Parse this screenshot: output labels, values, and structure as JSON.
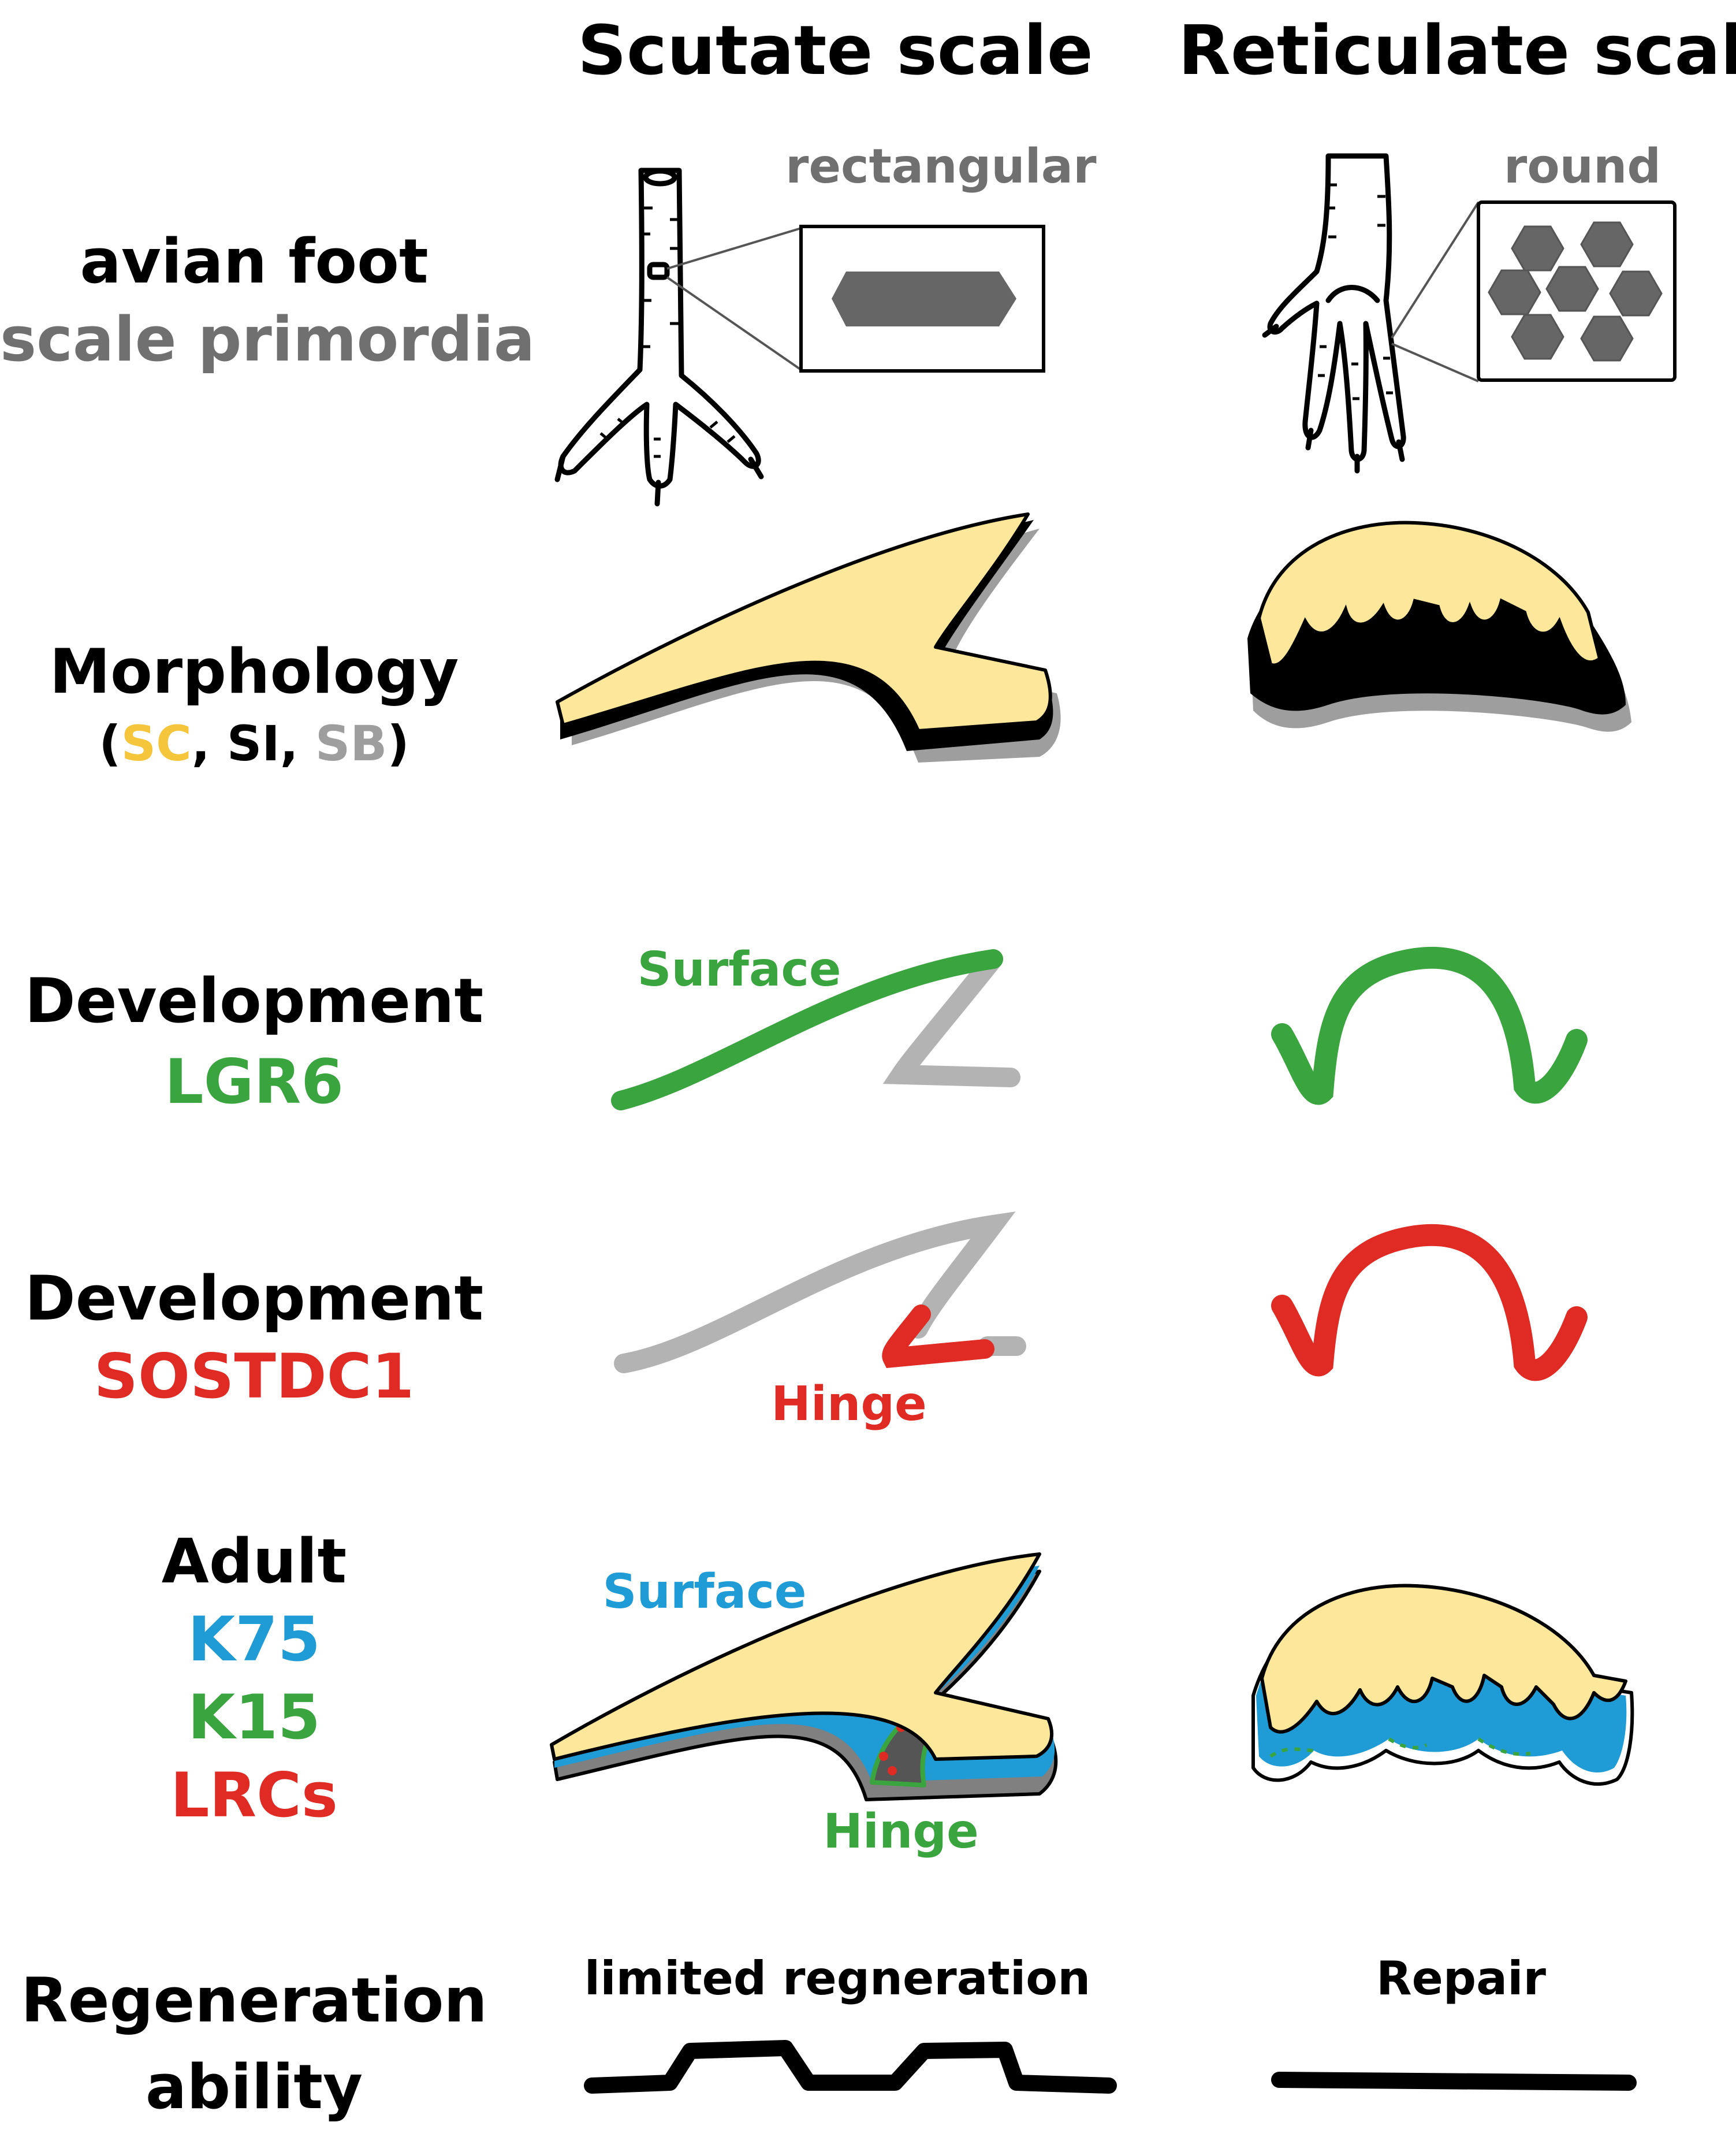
{
  "columns": {
    "scutate": "Scutate scale",
    "reticulate": "Reticulate scale"
  },
  "rows": {
    "foot": {
      "line1": "avian foot",
      "line2": "scale primordia",
      "scutate_shape": "rectangular",
      "reticulate_shape": "round"
    },
    "morphology": {
      "title": "Morphology",
      "open": "(",
      "sc": "SC",
      "sep1": ", ",
      "si": "SI",
      "sep2": ", ",
      "sb": "SB",
      "close": ")"
    },
    "dev_lgr6": {
      "title": "Development",
      "gene": "LGR6",
      "label": "Surface"
    },
    "dev_sostdc1": {
      "title": "Development",
      "gene": "SOSTDC1",
      "label": "Hinge"
    },
    "adult": {
      "title": "Adult",
      "m1": "K75",
      "m2": "K15",
      "m3": "LRCs",
      "surface": "Surface",
      "hinge": "Hinge"
    },
    "regen": {
      "line1": "Regeneration",
      "line2": "ability",
      "scutate": "limited regneration",
      "reticulate": "Repair"
    }
  },
  "colors": {
    "sc": "#fde79a",
    "si": "#000000",
    "sb": "#9e9e9e",
    "lgr6": "#3aa43f",
    "sostdc1": "#e02a24",
    "k75": "#1f9bd6",
    "k15": "#3aa43f",
    "lrc": "#e02a24",
    "gray_text": "#707070",
    "primordia": "#666666"
  }
}
